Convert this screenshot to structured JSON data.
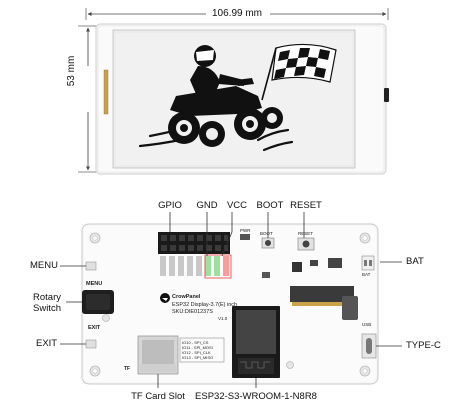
{
  "dimensions": {
    "width": "106.99 mm",
    "height": "53 mm"
  },
  "callouts": {
    "gpio": "GPIO",
    "gnd": "GND",
    "vcc": "VCC",
    "boot": "BOOT",
    "reset": "RESET",
    "menu": "MENU",
    "rotary_switch": "Rotary\nSwitch",
    "exit": "EXIT",
    "bat": "BAT",
    "type_c": "TYPE-C",
    "tf_card_slot": "TF Card Slot",
    "module": "ESP32-S3-WROOM-1-N8R8"
  },
  "board_print": {
    "brand": "CrowPanel",
    "model": "ESP32 Display-3.7(E) inch",
    "sku": "SKU:DIE01237S",
    "version": "V1.0",
    "menu": "MENU",
    "exit": "EXIT",
    "pwr": "PWR",
    "boot": "BOOT",
    "reset": "RESET",
    "bat": "BAT",
    "usb": "USB",
    "tf": "TF",
    "spi_table": [
      "IO10 - SPI_CS",
      "IO11 - SPI_MOSI",
      "IO12 - SPI_CLK",
      "IO13 - SPI_MISO"
    ]
  }
}
